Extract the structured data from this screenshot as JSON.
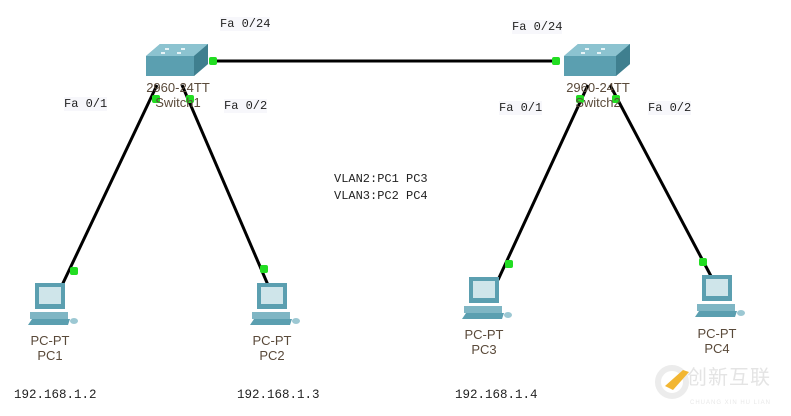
{
  "diagram": {
    "switches": [
      {
        "id": "switch1",
        "model": "2960-24TT",
        "name": "Switch1"
      },
      {
        "id": "switch2",
        "model": "2960-24TT",
        "name": "Switch2"
      }
    ],
    "pcs": [
      {
        "id": "pc1",
        "type": "PC-PT",
        "name": "PC1",
        "ip": "192.168.1.2"
      },
      {
        "id": "pc2",
        "type": "PC-PT",
        "name": "PC2",
        "ip": "192.168.1.3"
      },
      {
        "id": "pc3",
        "type": "PC-PT",
        "name": "PC3",
        "ip": "192.168.1.4"
      },
      {
        "id": "pc4",
        "type": "PC-PT",
        "name": "PC4",
        "ip": ""
      }
    ],
    "port_labels": {
      "sw1_trunk": "Fa 0/24",
      "sw2_trunk": "Fa 0/24",
      "sw1_p1": "Fa 0/1",
      "sw1_p2": "Fa 0/2",
      "sw2_p1": "Fa 0/1",
      "sw2_p2": "Fa 0/2"
    },
    "links": [
      {
        "from": "switch1",
        "to": "switch2",
        "status": "up"
      },
      {
        "from": "switch1",
        "to": "pc1",
        "status": "up"
      },
      {
        "from": "switch1",
        "to": "pc2",
        "status": "up"
      },
      {
        "from": "switch2",
        "to": "pc3",
        "status": "up"
      },
      {
        "from": "switch2",
        "to": "pc4",
        "status": "up"
      }
    ],
    "vlan_notes": [
      "VLAN2:PC1 PC3",
      "VLAN3:PC2 PC4"
    ],
    "colors": {
      "link": "#000000",
      "link_up": "#22dd22",
      "device": "#5b9fb0"
    }
  },
  "watermark": {
    "text": "创新互联",
    "subtext": "CHUANG XIN HU LIAN"
  }
}
